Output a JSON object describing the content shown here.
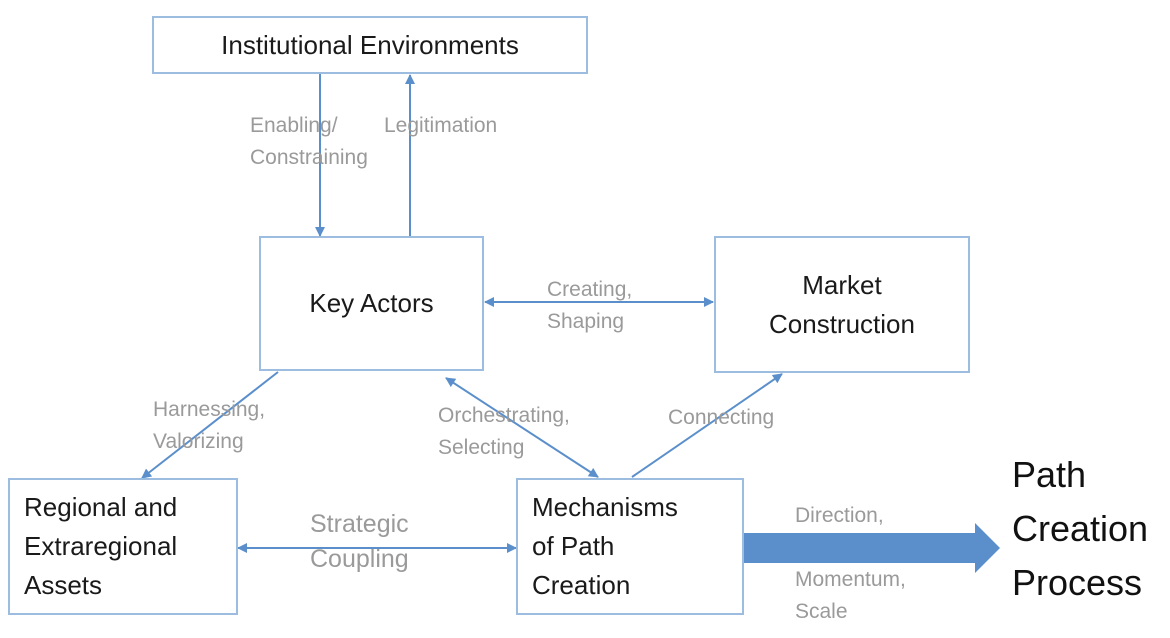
{
  "boxes": {
    "institutional": "Institutional Environments",
    "key_actors": "Key Actors",
    "market": "Market\nConstruction",
    "assets": "Regional and\nExtraregional\nAssets",
    "mechanisms": "Mechanisms\nof Path\nCreation"
  },
  "labels": {
    "enabling": "Enabling/\nConstraining",
    "legitimation": "Legitimation",
    "creating": "Creating,\nShaping",
    "harnessing": "Harnessing,\nValorizing",
    "orchestrating": "Orchestrating,\nSelecting",
    "connecting": "Connecting",
    "strategic": "Strategic\nCoupling",
    "direction": "Direction,",
    "momentum": "Momentum,\nScale"
  },
  "outcome": "Path\nCreation\nProcess",
  "colors": {
    "box_border": "#9dbde0",
    "arrow": "#5b8fcb",
    "label_text": "#9a9a9a"
  }
}
